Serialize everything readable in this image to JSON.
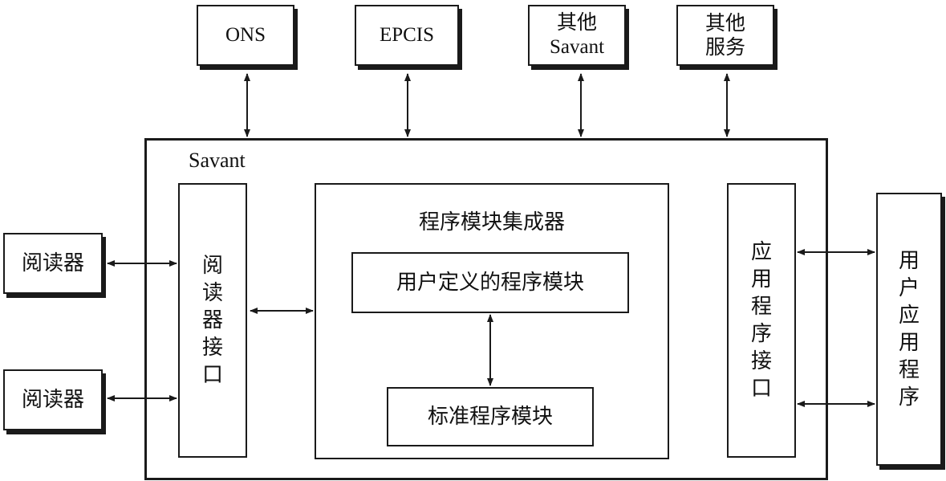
{
  "external_services": [
    {
      "label": "ONS"
    },
    {
      "label": "EPCIS"
    },
    {
      "label": "其他\nSavant"
    },
    {
      "label": "其他\n服务"
    }
  ],
  "savant": {
    "title": "Savant",
    "reader_interface": "阅\n读\n器\n接\n口",
    "integrator": {
      "title": "程序模块集成器",
      "user_module": "用户定义的程序模块",
      "standard_module": "标准程序模块"
    },
    "app_interface": "应\n用\n程\n序\n接\n口"
  },
  "readers": [
    {
      "label": "阅读器"
    },
    {
      "label": "阅读器"
    }
  ],
  "user_application": "用\n户\n应\n用\n程\n序"
}
